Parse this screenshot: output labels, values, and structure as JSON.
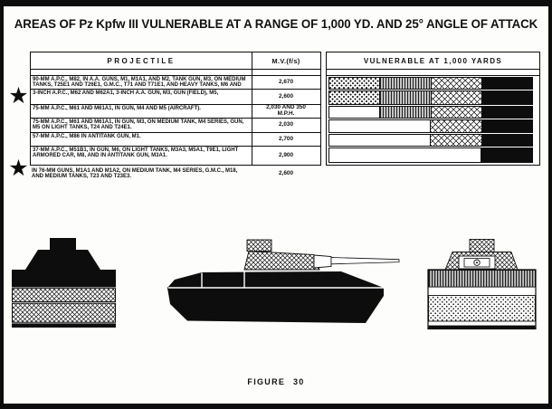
{
  "title": "AREAS OF Pz Kpfw III VULNERABLE AT A RANGE OF 1,000 YD. AND 25° ANGLE OF ATTACK",
  "glyphs": {
    "star": "★"
  },
  "colors": {
    "ink": "#0d0d0d",
    "paper": "#fdfdfb",
    "hatch_gray": "#c4c4c4"
  },
  "table": {
    "headers": {
      "projectile": "PROJECTILE",
      "mv": "M.V.(f/s)"
    },
    "rows": [
      {
        "starred": false,
        "projectile": "90-MM A.P.C., M82, IN A.A. GUNS, M1, M1A1, AND M2, TANK GUN, M3, ON MEDIUM TANKS, T25E1 AND T26E1, G.M.C., T71 AND T71E1, AND HEAVY TANKS, M6 AND M6A1,",
        "mv": "2,670"
      },
      {
        "starred": true,
        "projectile": "3-INCH A.P.C., M62 AND M62A1, 3-INCH A.A. GUN, M3, GUN (FIELD), M5,",
        "mv": "2,600"
      },
      {
        "starred": false,
        "projectile": "75-MM A.P.C., M61 AND M61A1, IN GUN, M4 AND M5 (AIRCRAFT).",
        "mv": "2,030 AND 350 M.P.H."
      },
      {
        "starred": false,
        "projectile": "75-MM A.P.C., M61 AND M61A1, IN GUN, M3, ON MEDIUM TANK, M4 SERIES, GUN, M5 ON LIGHT TANKS, T24 AND T24E1.",
        "mv": "2,030"
      },
      {
        "starred": false,
        "projectile": "57-MM A.P.C., M86 IN ANTITANK GUN, M1.",
        "mv": "2,700"
      },
      {
        "starred": false,
        "projectile": "37-MM A.P.C., M51B1, IN GUN, M6, ON LIGHT TANKS, M3A3, M5A1, T9E1, LIGHT ARMORED CAR, M8, AND IN ANTITANK GUN, M3A1.",
        "mv": "2,900"
      }
    ],
    "footnote_row": {
      "starred": true,
      "projectile": "IN 76-MM GUNS, M1A1 AND M1A2, ON MEDIUM TANK, M4 SERIES, G.M.C., M18, AND MEDIUM TANKS, T23 AND T23E3.",
      "mv": "2,600"
    }
  },
  "chart_data": {
    "type": "bar",
    "title": "VULNERABLE AT 1,000 YARDS",
    "categories": [
      "90-MM A.P.C., M82",
      "3-INCH A.P.C., M62 AND M62A1",
      "75-MM A.P.C., M61 AND M61A1 (AIRCRAFT)",
      "75-MM A.P.C., M61 AND M61A1",
      "57-MM A.P.C., M86",
      "37-MM A.P.C., M51B1"
    ],
    "segment_order": [
      "dots",
      "vlines",
      "cross",
      "black"
    ],
    "rows": [
      [
        "dots",
        "vlines",
        "cross",
        "black"
      ],
      [
        "dots",
        "vlines",
        "cross",
        "black"
      ],
      [
        "none",
        "vlines",
        "cross",
        "black"
      ],
      [
        "none",
        "none",
        "cross",
        "black"
      ],
      [
        "none",
        "none",
        "cross",
        "black"
      ],
      [
        "none",
        "none",
        "none",
        "black"
      ]
    ]
  },
  "figure_caption": "FIGURE 30"
}
